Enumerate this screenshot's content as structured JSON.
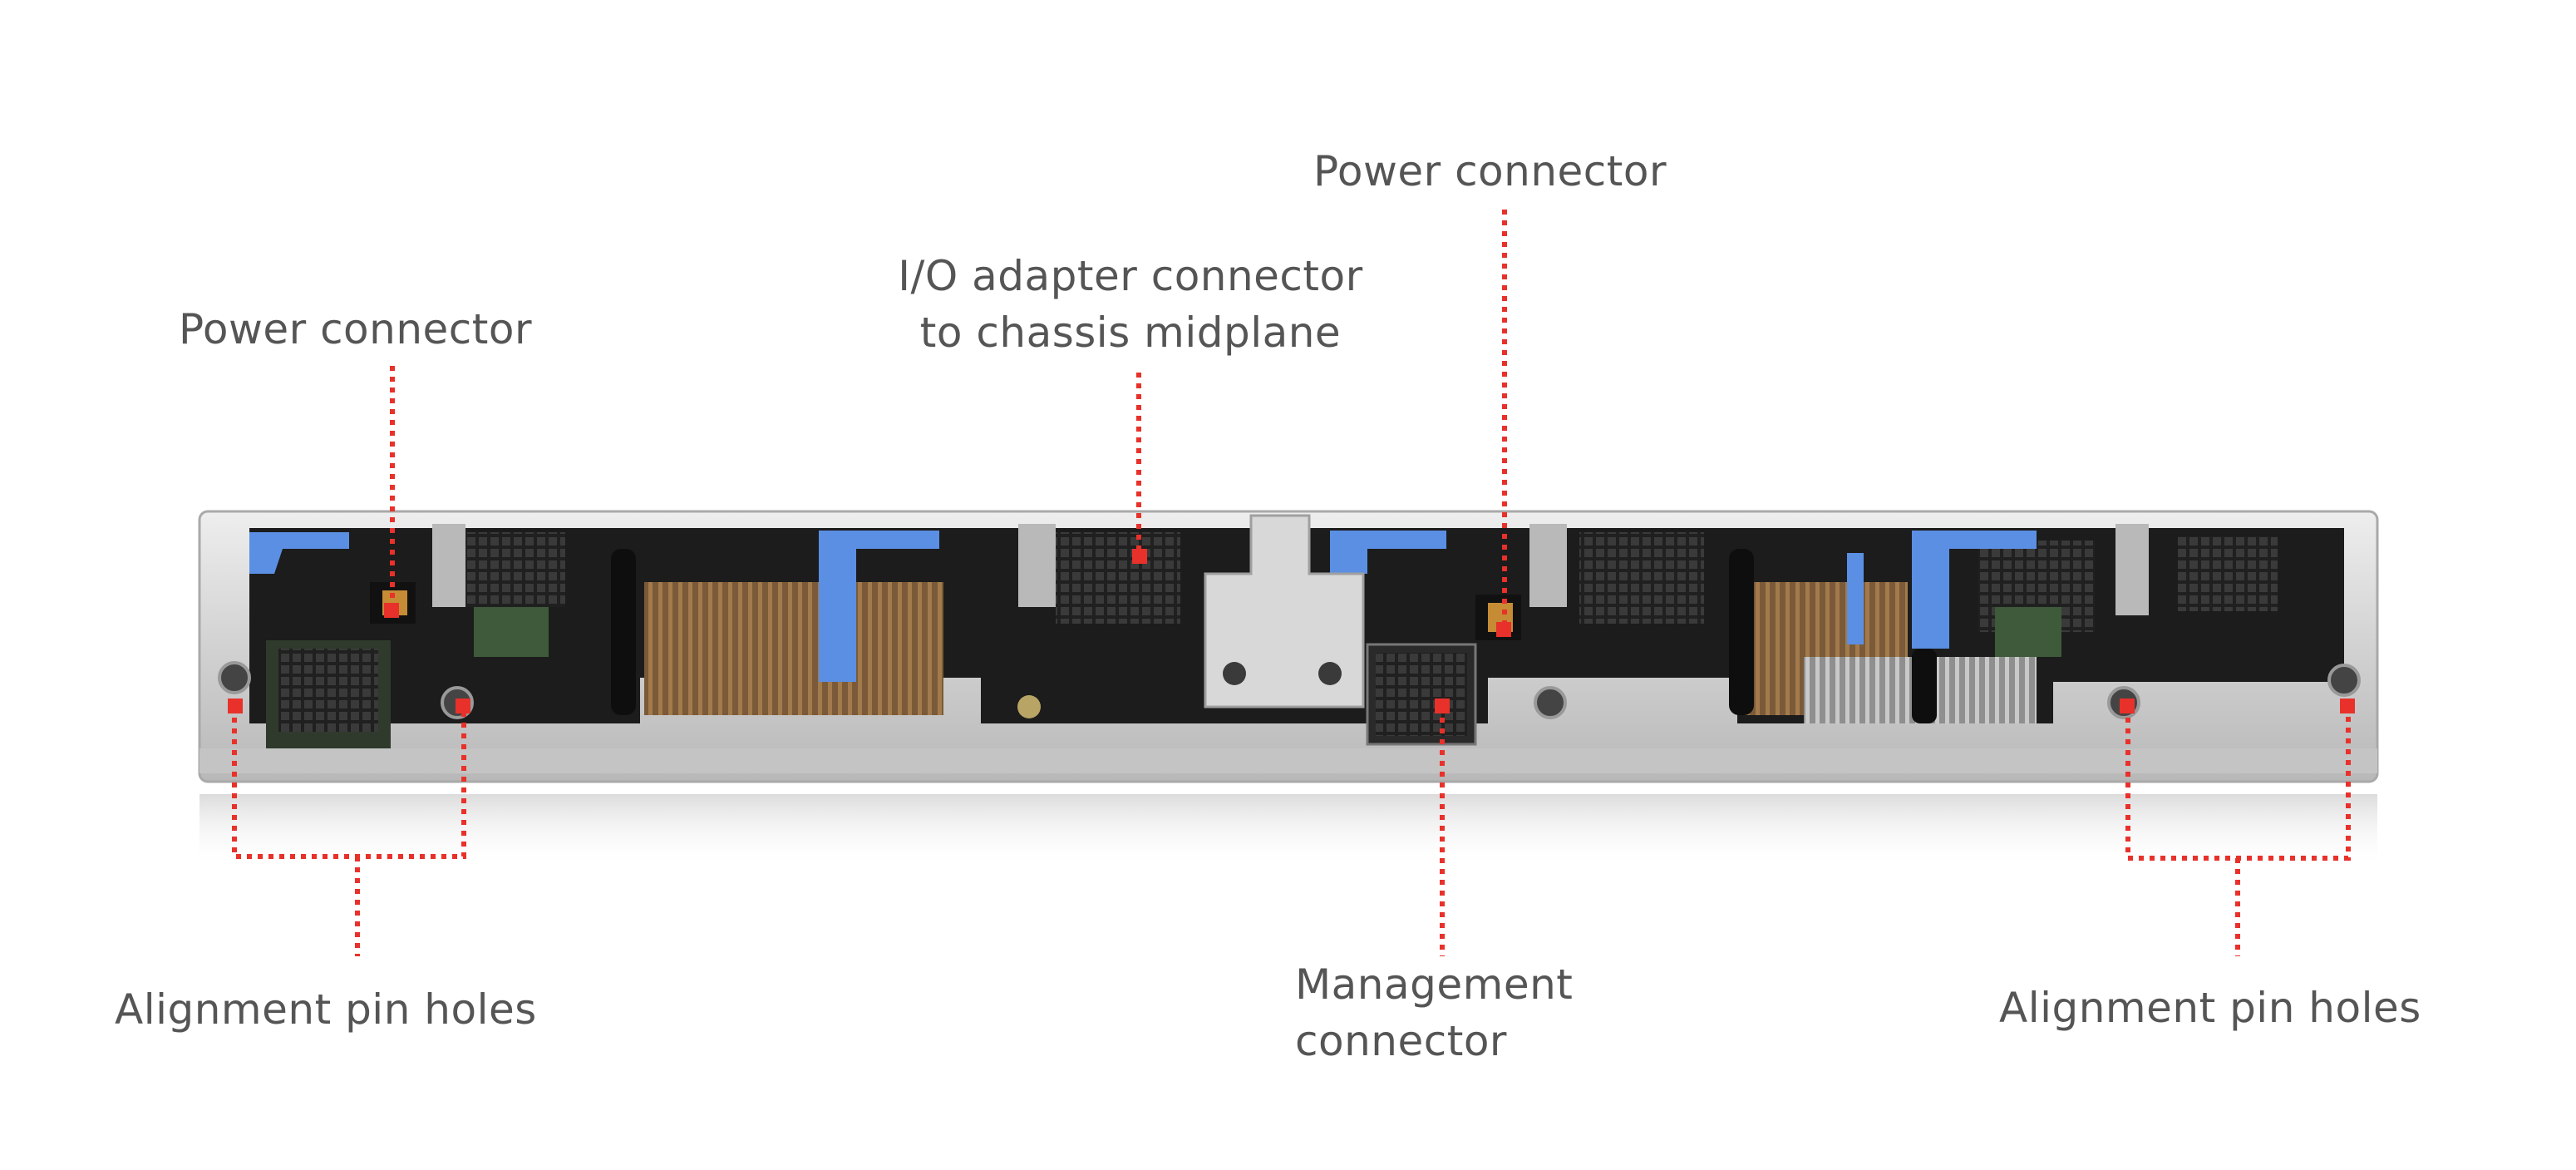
{
  "callouts": {
    "power_left": "Power connector",
    "io_adapter": [
      "I/O adapter connector",
      "to chassis midplane"
    ],
    "power_right": "Power connector",
    "management": [
      "Management",
      "connector"
    ],
    "align_left": "Alignment pin holes",
    "align_right": "Alignment pin holes"
  },
  "colors": {
    "callout_line": "#e8312a",
    "label_text": "#555555",
    "chassis_metal": "#d6d6d6",
    "release_latch": "#5b8fe3",
    "interior": "#1c1c1c"
  }
}
